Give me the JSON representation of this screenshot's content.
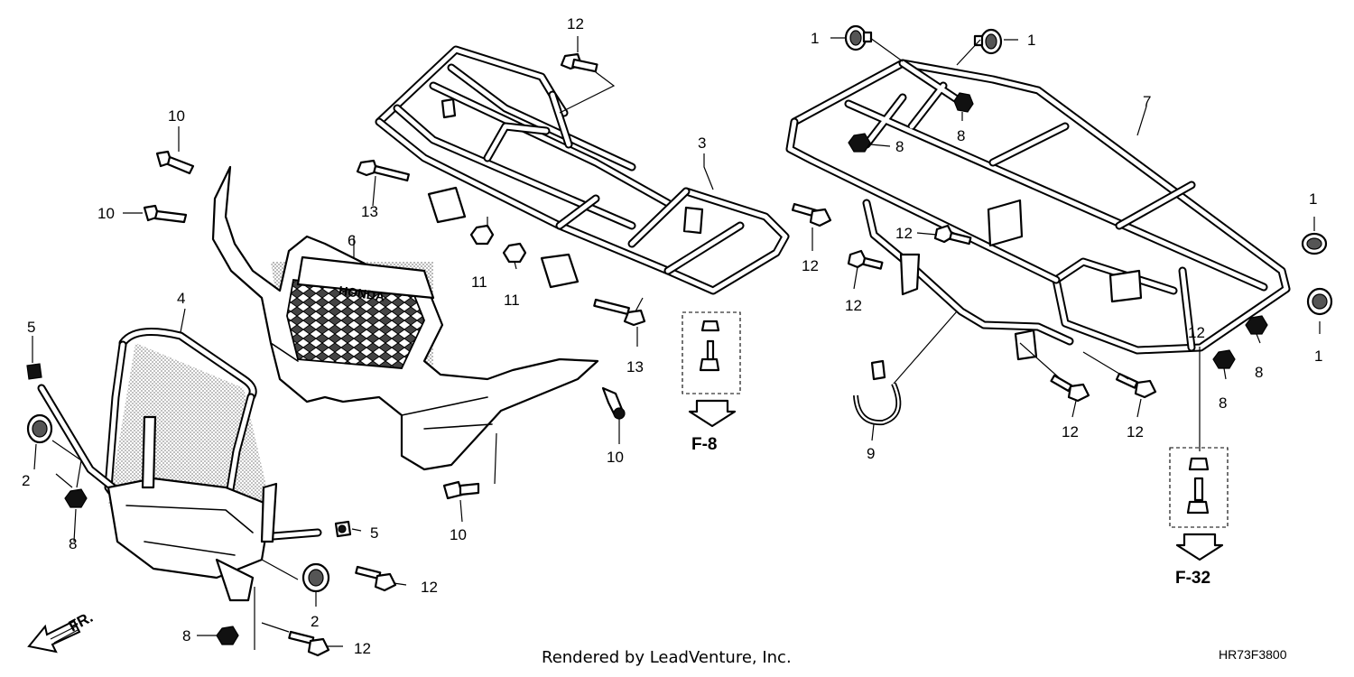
{
  "callouts": {
    "c1a": "1",
    "c1b": "1",
    "c1c": "1",
    "c1d": "1",
    "c2a": "2",
    "c2b": "2",
    "c3": "3",
    "c4": "4",
    "c5a": "5",
    "c5b": "5",
    "c6": "6",
    "c7": "7",
    "c8a": "8",
    "c8b": "8",
    "c8c": "8",
    "c8d": "8",
    "c8e": "8",
    "c8f": "8",
    "c9": "9",
    "c10a": "10",
    "c10b": "10",
    "c10c": "10",
    "c10d": "10",
    "c11a": "11",
    "c11b": "11",
    "c12a": "12",
    "c12b": "12",
    "c12c": "12",
    "c12d": "12",
    "c12e": "12",
    "c12f": "12",
    "c12g": "12",
    "c12h": "12",
    "c12i": "12",
    "c13a": "13",
    "c13b": "13"
  },
  "references": {
    "ref_f8": "F-8",
    "ref_f32": "F-32"
  },
  "front_direction_label": "FR.",
  "footer": {
    "credit": "Rendered by LeadVenture, Inc.",
    "diagram_code": "HR73F3800"
  },
  "emblem_text": "HONDA"
}
